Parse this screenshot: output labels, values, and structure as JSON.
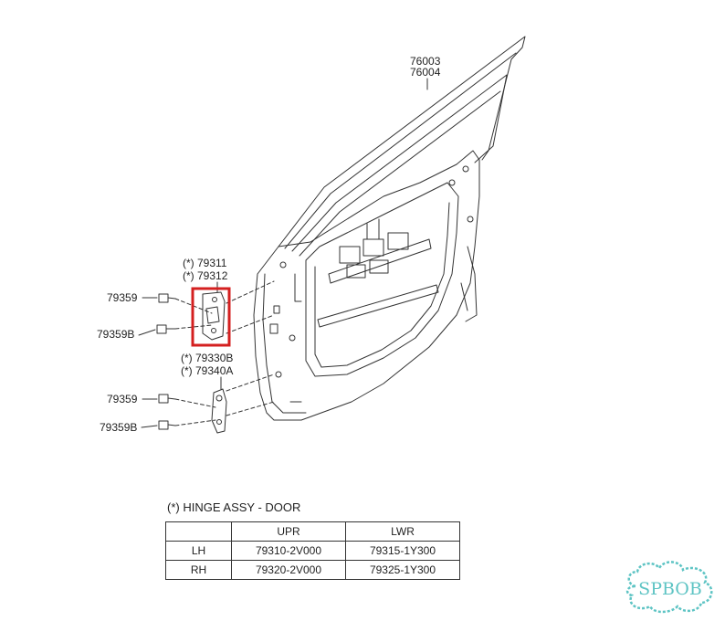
{
  "labels": {
    "door_panel_1": "76003",
    "door_panel_2": "76004",
    "upper_hinge_1": "(*) 79311",
    "upper_hinge_2": "(*) 79312",
    "upper_bolt_a": "79359",
    "upper_bolt_b": "79359B",
    "lower_hinge_1": "(*) 79330B",
    "lower_hinge_2": "(*) 79340A",
    "lower_bolt_a": "79359",
    "lower_bolt_b": "79359B"
  },
  "table": {
    "title": "(*) HINGE ASSY - DOOR",
    "columns": [
      "",
      "UPR",
      "LWR"
    ],
    "rows": [
      [
        "LH",
        "79310-2V000",
        "79315-1Y300"
      ],
      [
        "RH",
        "79320-2V000",
        "79325-1Y300"
      ]
    ]
  },
  "watermark": {
    "text": "SPBOB",
    "color": "#5ec4c4"
  },
  "colors": {
    "highlight_box": "#d42020",
    "line": "#333333"
  }
}
